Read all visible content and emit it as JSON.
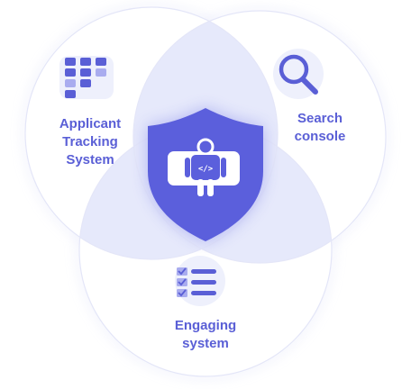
{
  "diagram": {
    "circles": [
      {
        "id": "applicant-tracking",
        "label_lines": [
          "Applicant",
          "Tracking",
          "System"
        ],
        "icon": "kanban-board-icon"
      },
      {
        "id": "search-console",
        "label_lines": [
          "Search",
          "console"
        ],
        "icon": "magnifier-icon"
      },
      {
        "id": "engaging-system",
        "label_lines": [
          "Engaging",
          "system"
        ],
        "icon": "checklist-icon"
      }
    ],
    "center": {
      "icon": "developer-person-icon",
      "shape": "shield"
    }
  },
  "colors": {
    "accent": "#5a5fd6",
    "shield": "#5b5fdc",
    "icon_light": "#a9acef",
    "circle_fill": "#ffffff",
    "overlap_fill": "#e4e7fb",
    "icon_bg": "#eef0fc"
  }
}
